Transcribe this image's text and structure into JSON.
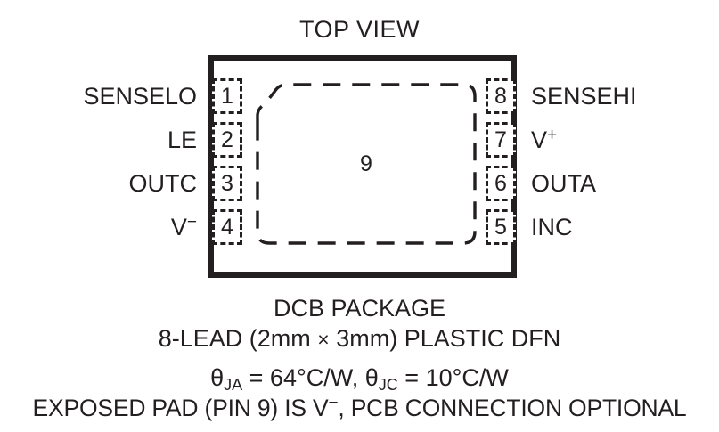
{
  "diagram": {
    "title": "TOP VIEW",
    "package_number_label": "9",
    "left_pins": [
      {
        "number": "1",
        "label": "SENSELO"
      },
      {
        "number": "2",
        "label": "LE"
      },
      {
        "number": "3",
        "label": "OUTC"
      },
      {
        "number": "4",
        "label_base": "V",
        "label_sup": "−"
      }
    ],
    "right_pins": [
      {
        "number": "8",
        "label": "SENSEHI"
      },
      {
        "number": "7",
        "label_base": "V",
        "label_sup": "+"
      },
      {
        "number": "6",
        "label": "OUTA"
      },
      {
        "number": "5",
        "label": "INC"
      }
    ],
    "exposed_pad": {
      "number": "9",
      "outline_style": "dashed-rounded-rectangle-with-chamfered-top-left"
    }
  },
  "caption": {
    "line1": "DCB PACKAGE",
    "line2_part1": "8-LEAD (2mm ",
    "line2_times": "×",
    "line2_part2": " 3mm) PLASTIC DFN",
    "theta1_symbol": "θ",
    "theta1_sub": "JA",
    "theta1_value": " = 64°C/W, ",
    "theta2_symbol": "θ",
    "theta2_sub": "JC",
    "theta2_value": " = 10°C/W",
    "line4_part1": "EXPOSED PAD (PIN 9) IS V",
    "line4_sup": "−",
    "line4_part2": ", PCB CONNECTION OPTIONAL"
  },
  "colors": {
    "ink": "#231f20",
    "background": "#ffffff"
  }
}
